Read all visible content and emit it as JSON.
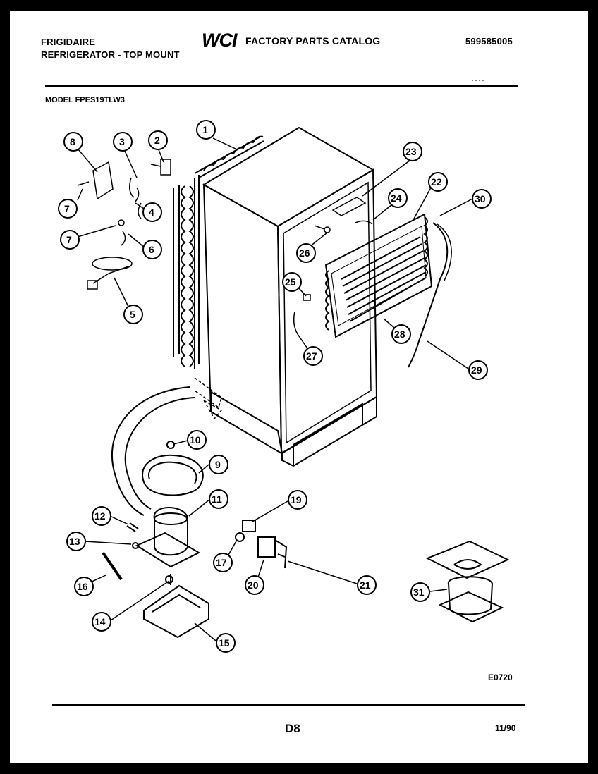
{
  "header": {
    "brand": "FRIGIDAIRE",
    "subtitle": "REFRIGERATOR - TOP MOUNT",
    "logo": "WCI",
    "catalog_title": "FACTORY PARTS CATALOG",
    "catalog_number": "599585005",
    "model": "MODEL FPES19TLW3"
  },
  "diagram": {
    "code": "E0720",
    "callouts": [
      "1",
      "2",
      "3",
      "4",
      "5",
      "6",
      "7",
      "7",
      "8",
      "9",
      "10",
      "11",
      "12",
      "13",
      "14",
      "15",
      "16",
      "17",
      "19",
      "20",
      "21",
      "22",
      "23",
      "24",
      "25",
      "26",
      "27",
      "28",
      "29",
      "30",
      "31"
    ]
  },
  "footer": {
    "page": "D8",
    "date": "11/90"
  }
}
